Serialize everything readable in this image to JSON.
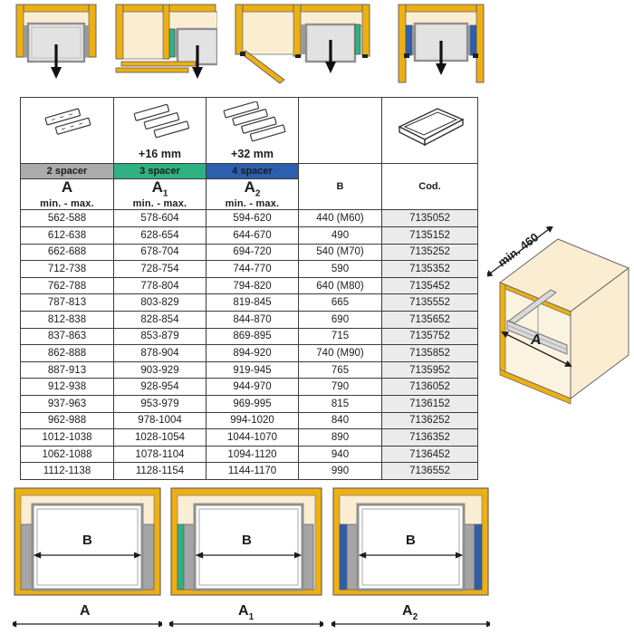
{
  "colors": {
    "cabinet_yellow": "#EDAF12",
    "interior_cream": "#FAEDD2",
    "spacer_gray": "#A5A5A5",
    "spacer_green": "#2FB183",
    "spacer_blue": "#2D5FAF",
    "band_gray": "#ABABAB",
    "band_green": "#2FB183",
    "band_blue": "#2D5FAF",
    "cod_column_bg": "#EBEBEB"
  },
  "table": {
    "spacer_columns": [
      {
        "band": "2 spacer",
        "offset": "",
        "dim": "A",
        "sub": "",
        "range": "min. - max."
      },
      {
        "band": "3 spacer",
        "offset": "+16 mm",
        "dim": "A",
        "sub": "1",
        "range": "min. - max."
      },
      {
        "band": "4 spacer",
        "offset": "+32 mm",
        "dim": "A",
        "sub": "2",
        "range": "min. - max."
      }
    ],
    "b_header": "B",
    "cod_header": "Cod.",
    "rows": [
      {
        "a": "562-588",
        "a1": "578-604",
        "a2": "594-620",
        "b": "440 (M60)",
        "cod": "7135052"
      },
      {
        "a": "612-638",
        "a1": "628-654",
        "a2": "644-670",
        "b": "490",
        "cod": "7135152"
      },
      {
        "a": "662-688",
        "a1": "678-704",
        "a2": "694-720",
        "b": "540 (M70)",
        "cod": "7135252"
      },
      {
        "a": "712-738",
        "a1": "728-754",
        "a2": "744-770",
        "b": "590",
        "cod": "7135352"
      },
      {
        "a": "762-788",
        "a1": "778-804",
        "a2": "794-820",
        "b": "640 (M80)",
        "cod": "7135452"
      },
      {
        "a": "787-813",
        "a1": "803-829",
        "a2": "819-845",
        "b": "665",
        "cod": "7135552"
      },
      {
        "a": "812-838",
        "a1": "828-854",
        "a2": "844-870",
        "b": "690",
        "cod": "7135652"
      },
      {
        "a": "837-863",
        "a1": "853-879",
        "a2": "869-895",
        "b": "715",
        "cod": "7135752"
      },
      {
        "a": "862-888",
        "a1": "878-904",
        "a2": "894-920",
        "b": "740 (M90)",
        "cod": "7135852"
      },
      {
        "a": "887-913",
        "a1": "903-929",
        "a2": "919-945",
        "b": "765",
        "cod": "7135952"
      },
      {
        "a": "912-938",
        "a1": "928-954",
        "a2": "944-970",
        "b": "790",
        "cod": "7136052"
      },
      {
        "a": "937-963",
        "a1": "953-979",
        "a2": "969-995",
        "b": "815",
        "cod": "7136152"
      },
      {
        "a": "962-988",
        "a1": "978-1004",
        "a2": "994-1020",
        "b": "840",
        "cod": "7136252"
      },
      {
        "a": "1012-1038",
        "a1": "1028-1054",
        "a2": "1044-1070",
        "b": "890",
        "cod": "7136352"
      },
      {
        "a": "1062-1088",
        "a1": "1078-1104",
        "a2": "1094-1120",
        "b": "940",
        "cod": "7136452"
      },
      {
        "a": "1112-1138",
        "a1": "1128-1154",
        "a2": "1144-1170",
        "b": "990",
        "cod": "7136552"
      }
    ]
  },
  "iso_diagram": {
    "depth_label": "min. 460",
    "width_label": "A"
  },
  "bottom_diagrams": [
    {
      "inner": "B",
      "dim": "A",
      "sub": ""
    },
    {
      "inner": "B",
      "dim": "A",
      "sub": "1"
    },
    {
      "inner": "B",
      "dim": "A",
      "sub": "2"
    }
  ]
}
